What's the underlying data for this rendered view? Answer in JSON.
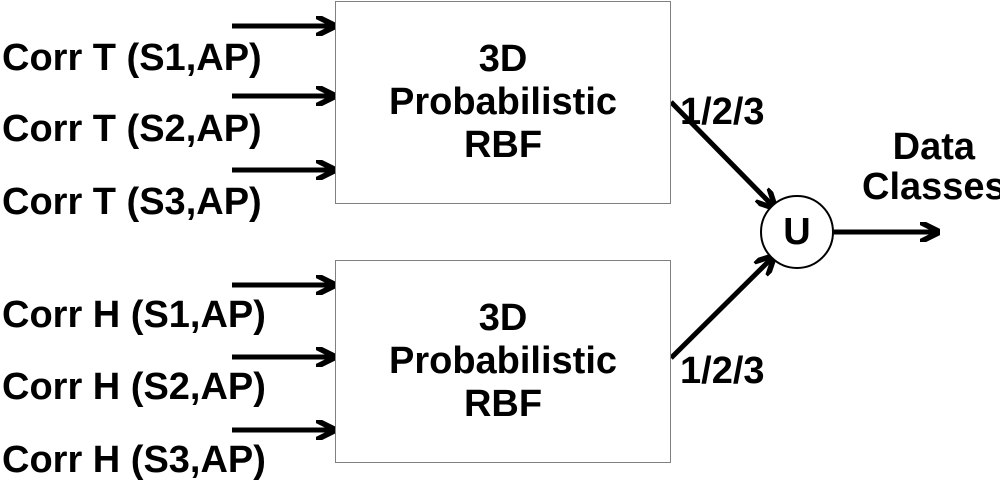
{
  "inputs_top": [
    "Corr T (S1,AP)",
    "Corr T (S2,AP)",
    "Corr T (S3,AP)"
  ],
  "inputs_bottom": [
    "Corr H (S1,AP)",
    "Corr H (S2,AP)",
    "Corr H (S3,AP)"
  ],
  "block_top": {
    "line1": "3D",
    "line2": "Probabilistic",
    "line3": "RBF"
  },
  "block_bottom": {
    "line1": "3D",
    "line2": "Probabilistic",
    "line3": "RBF"
  },
  "output_top": "1/2/3",
  "output_bottom": "1/2/3",
  "union_symbol": "U",
  "result": {
    "line1": "Data",
    "line2": "Classes"
  },
  "colors": {
    "line": "#000000",
    "box_border": "#808080",
    "background": "#ffffff"
  }
}
